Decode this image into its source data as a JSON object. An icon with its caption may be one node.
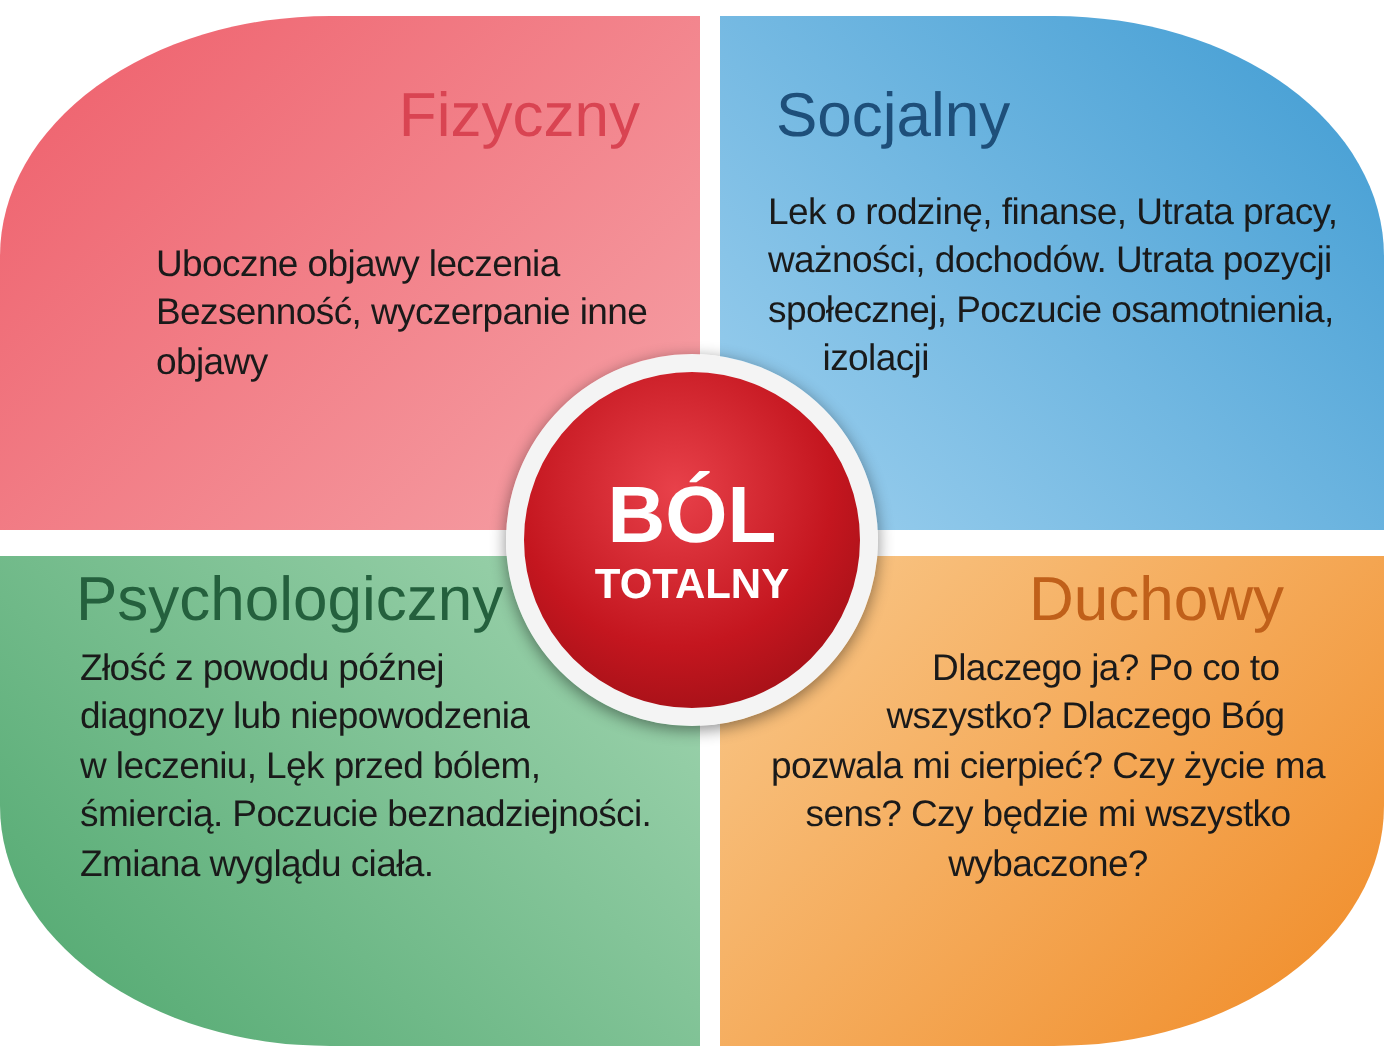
{
  "diagram": {
    "nodes": [
      {
        "text": [
          "Fizyczny",
          "Uboczne objawy leczenia Bezsenność, wyczerpanie inne objawy"
        ]
      },
      {
        "text": [
          "Socjalny",
          "Lek o rodzinę, finanse, Utrata pracy, ważności, dochodów. Utrata pozycji społecznej, Poczucie osamotnienia, izolacji"
        ]
      },
      {
        "text": [
          "BÓL",
          "TOTALNY"
        ]
      },
      {
        "text": [
          "Psychologiczny",
          "Złość z powodu późnej diagnozy lub niepowodzenia w leczeniu, Lęk przed bólem, śmiercią. Poczucie beznadziejności. Zmiana wyglądu ciała."
        ]
      },
      {
        "text": [
          "Duchowy",
          "Dlaczego ja? Po co to wszystko? Dlaczego Bóg pozwala mi cierpieć? Czy życie ma sens? Czy będzie mi wszystko wybaczone?"
        ]
      }
    ],
    "edges": []
  }
}
